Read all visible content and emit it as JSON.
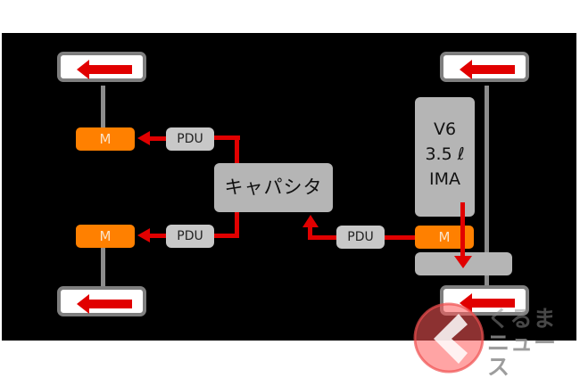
{
  "diagram": {
    "title": "",
    "components": {
      "capacitor_label": "キャパシタ",
      "engine_lines": [
        "V6",
        "3.5 ℓ",
        "IMA"
      ],
      "motor_label": "M",
      "pdu_label": "PDU"
    },
    "wheels": [
      {
        "id": "front-left-top",
        "direction": "left"
      },
      {
        "id": "front-left-bottom",
        "direction": "left"
      },
      {
        "id": "rear-right-top",
        "direction": "left"
      },
      {
        "id": "rear-right-bottom",
        "direction": "left"
      }
    ],
    "flows": [
      {
        "from": "capacitor",
        "to": "pdu-left-top",
        "then": "motor-left-top"
      },
      {
        "from": "capacitor",
        "to": "pdu-left-bottom",
        "then": "motor-left-bottom"
      },
      {
        "from": "motor-right",
        "to": "pdu-center",
        "then": "capacitor"
      },
      {
        "from": "engine",
        "to": "motor-right",
        "then": "gearbox"
      }
    ],
    "colors": {
      "background": "#000000",
      "motor": "#ff8000",
      "pdu": "#c8c8c8",
      "block": "#b5b5b5",
      "arrow": "#e10000",
      "wheel_border": "#7f7f7f"
    }
  },
  "watermark": {
    "text_line1": "くるま",
    "text_line2": "ニュース"
  }
}
